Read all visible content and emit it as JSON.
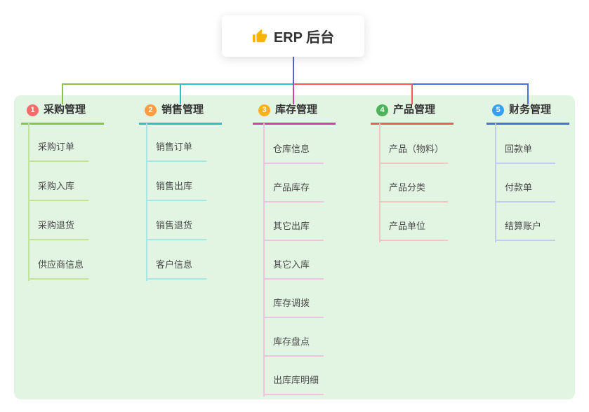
{
  "root": {
    "title": "ERP 后台",
    "icon": "thumbs-up-icon",
    "connector_color": "#5163d3"
  },
  "canvas": {
    "panel_color": "#e2f5e2"
  },
  "branches": [
    {
      "index": "1",
      "label": "采购管理",
      "badge_color": "#f56c6c",
      "line_color": "#8cc43f",
      "child_line_color": "#c3e29c",
      "children": [
        "采购订单",
        "采购入库",
        "采购退货",
        "供应商信息"
      ]
    },
    {
      "index": "2",
      "label": "销售管理",
      "badge_color": "#ff9b40",
      "line_color": "#28c2c2",
      "child_line_color": "#a9e6e2",
      "children": [
        "销售订单",
        "销售出库",
        "销售退货",
        "客户信息"
      ]
    },
    {
      "index": "3",
      "label": "库存管理",
      "badge_color": "#ffb11a",
      "line_color": "#cf3fae",
      "child_line_color": "#eec2e2",
      "children": [
        "仓库信息",
        "产品库存",
        "其它出库",
        "其它入库",
        "库存调拨",
        "库存盘点",
        "出库库明细"
      ]
    },
    {
      "index": "4",
      "label": "产品管理",
      "badge_color": "#4cb35a",
      "line_color": "#ee5b5b",
      "child_line_color": "#f7c2c2",
      "children": [
        "产品（物料）",
        "产品分类",
        "产品单位"
      ]
    },
    {
      "index": "5",
      "label": "财务管理",
      "badge_color": "#38a0f2",
      "line_color": "#4a6edb",
      "child_line_color": "#c0ccf2",
      "children": [
        "回款单",
        "付款单",
        "结算账户"
      ]
    }
  ]
}
